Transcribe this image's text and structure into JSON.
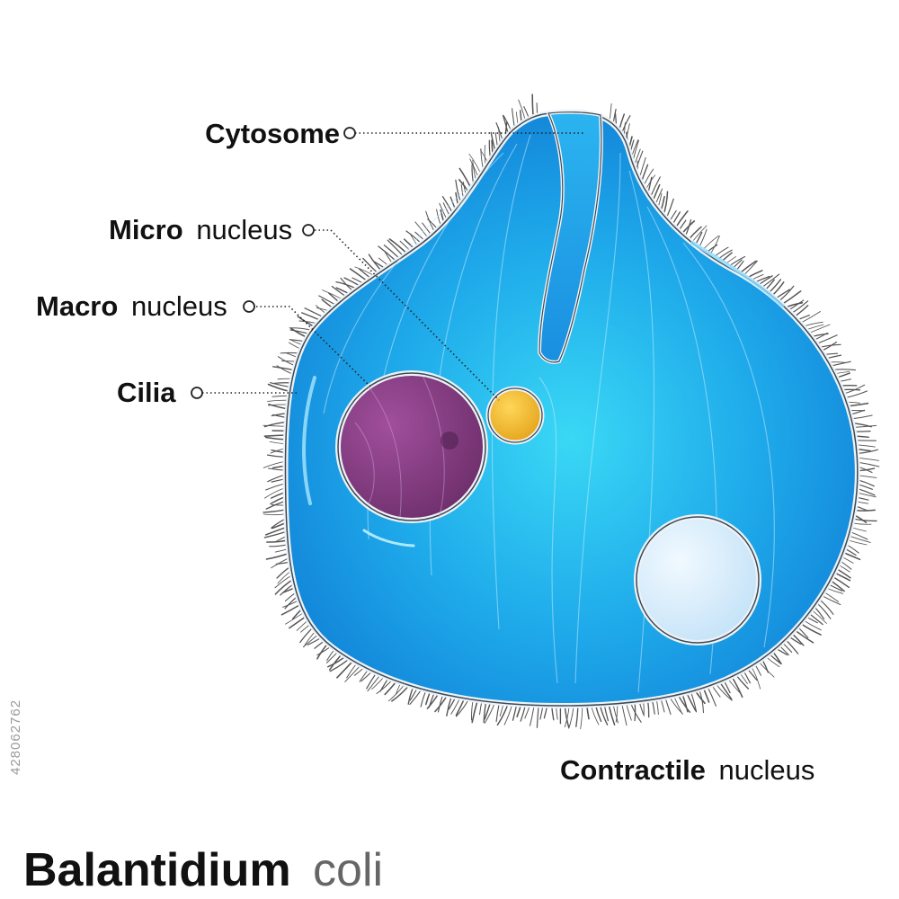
{
  "labels": {
    "cytosome": "Cytosome",
    "micro_bold": "Micro",
    "micro_rest": "nucleus",
    "macro_bold": "Macro",
    "macro_rest": "nucleus",
    "cilia": "Cilia",
    "contractile_bold": "Contractile",
    "contractile_rest": "nucleus"
  },
  "title": {
    "genus": "Balantidium",
    "species": "coli"
  },
  "stock_id": "428062762",
  "colors": {
    "cell_body": "#1a9fe6",
    "cell_highlight": "#3ad8f5",
    "cell_outline": "#f2f4f7",
    "macronucleus": "#8a3f86",
    "micronucleus": "#f0b62a",
    "vacuole": "#d9eefc",
    "cilia": "#555555",
    "text": "#111111"
  }
}
